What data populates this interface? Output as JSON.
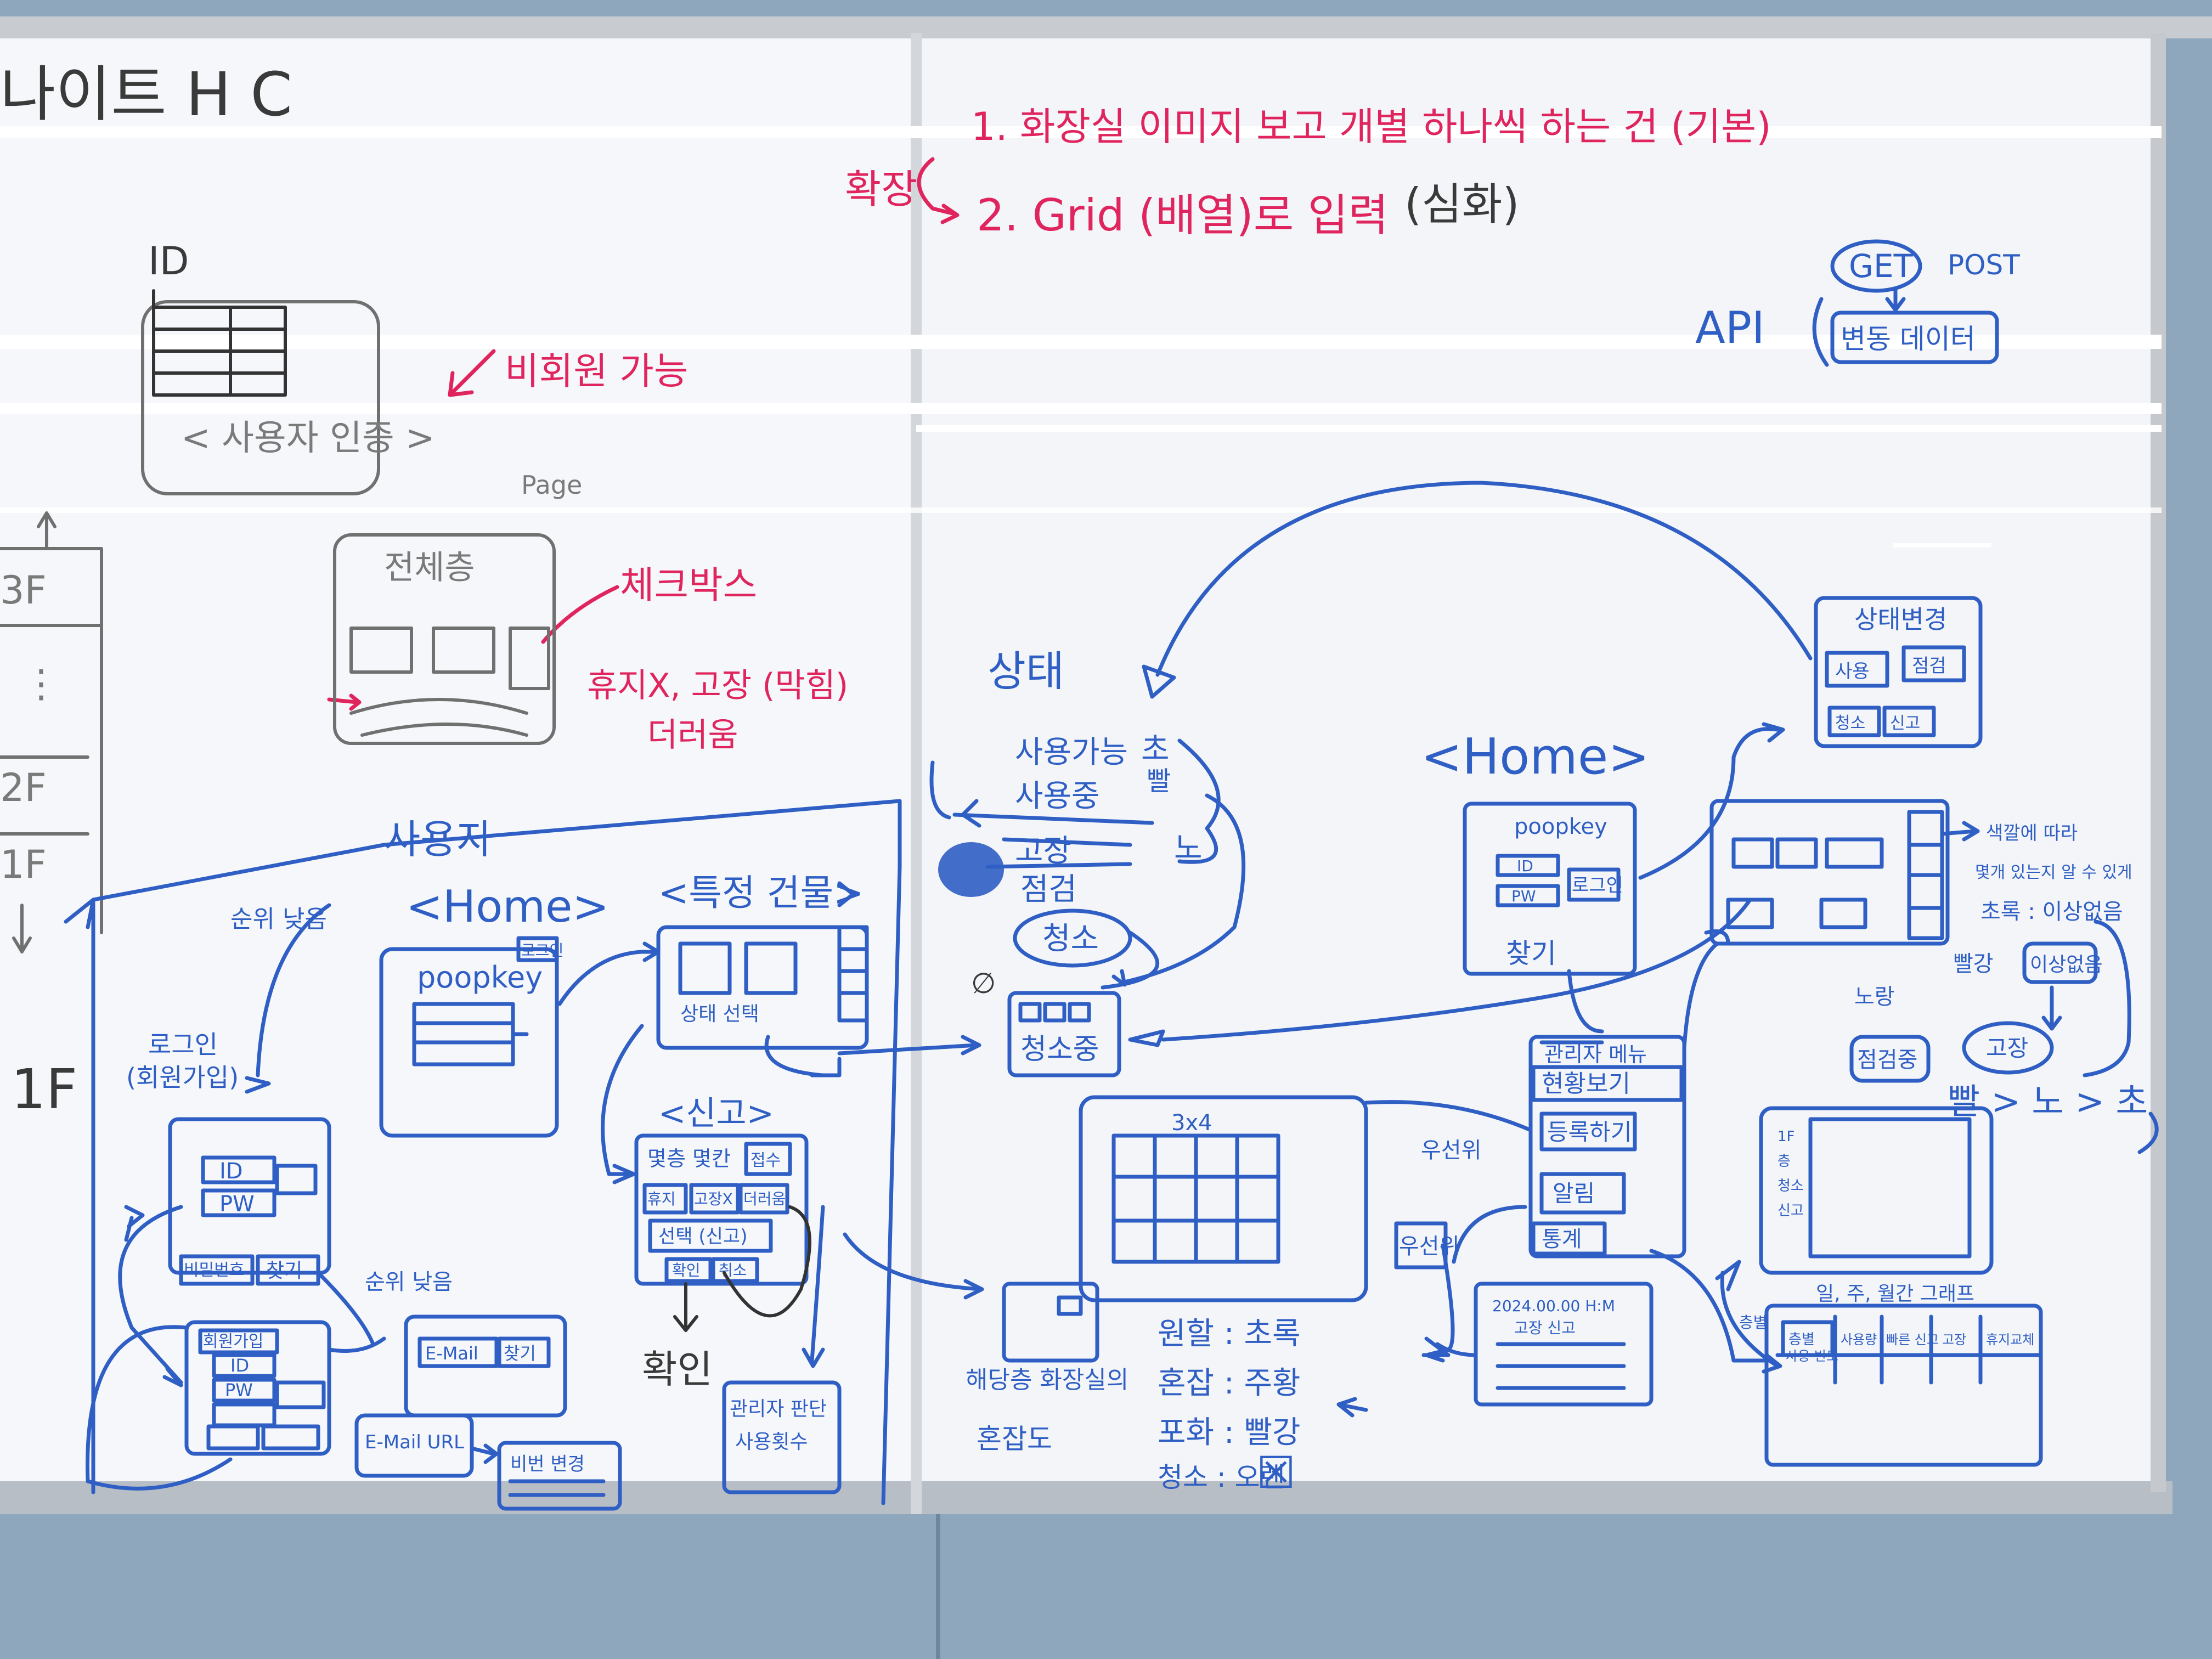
{
  "colors": {
    "wall": "#8ea7bd",
    "board": "#f4f6f9",
    "blue_marker": "#2f5fc4",
    "red_marker": "#e0245e",
    "black_marker": "#333333",
    "grey_ghost": "#7a7a7a"
  },
  "top_left_fragment": "나이트 H C",
  "red_notes": {
    "line1": "1. 화장실 이미지 보고 개별 하나씩 하는 건 (기본)",
    "expand": "확장",
    "line2_red": "2. Grid (배열)로 입력",
    "line2_dark": "(심화)",
    "non_member": "비회원 가능",
    "checkbox": "체크박스",
    "holiday": "휴지X, 고장 (막힘)",
    "dirty": "더러움"
  },
  "grey_notes": {
    "page_title": "< 사용자 인증 >",
    "page": "Page",
    "floor_status": "전체층"
  },
  "api": {
    "label": "API",
    "get": "GET",
    "post": "POST",
    "data": "변동 데이터"
  },
  "floors": {
    "f3": "3F",
    "dots": "⋮",
    "f2": "2F",
    "f1": "1F",
    "big_1f": "1F"
  },
  "user_flow": {
    "title": "사용자",
    "order_low": "순위 낮음",
    "login": "로그인",
    "signup": "(회원가입)",
    "home": "<Home>",
    "brand": "poopkey",
    "login_btn": "로그인",
    "building": "<특정 건물>",
    "status_select": "상태 선택",
    "report": "<신고>",
    "report_floor": "몇층 몇칸",
    "report_btn": "접수",
    "sel1": "휴지",
    "sel2": "고장X",
    "sel3": "더러움",
    "report_select": "선택 (신고)",
    "confirm": "확인",
    "cancel": "취소",
    "result": "확인",
    "admin": "관리자 판단",
    "usage_count": "사용횟수",
    "id": "ID",
    "pw": "PW",
    "pw_find": "비밀번호",
    "find": "찾기",
    "signup_box": "회원가입",
    "email_btn": "E-Mail",
    "email_find": "찾기",
    "email_url": "E-Mail URL",
    "new_pw": "비번 변경",
    "order_low2": "순위 낮음"
  },
  "status_flow": {
    "title": "상태",
    "s1": "사용가능",
    "s2": "사용중",
    "s3": "고장",
    "s4": "점검",
    "s5": "청소",
    "c1": "초",
    "c2": "빨",
    "c3": "노",
    "cleaning_tag": "청소중",
    "congestion_title": "해당층 화장실의 혼잡도",
    "relax": "원할 : 초록",
    "crowd": "혼잡 : 주황",
    "full": "포화 : 빨강",
    "clean": "청소 : 오렌",
    "clean_mark": "☒"
  },
  "home2": {
    "title": "<Home>",
    "brand": "poopkey",
    "id": "ID",
    "pw": "PW",
    "login": "로그인",
    "find": "찾기"
  },
  "right_side": {
    "state_change": "상태변경",
    "use": "사용",
    "check": "점검",
    "clean": "청소",
    "report": "신고",
    "note1": "색깔에 따라",
    "note2": "몇개 있는지 알 수 있게",
    "green_label": "초록 : 이상없음",
    "red_label": "빨강",
    "ok": "이상없음",
    "yellow": "노랑",
    "inspect": "점검중",
    "broken": "고장",
    "legend": "빨 > 노 > 초",
    "priority_up": "우선위",
    "priority_low": "우선위",
    "menu_head": "관리자 메뉴",
    "menu1": "현황보기",
    "menu2": "등록하기",
    "menu3": "알림",
    "menu4": "통계",
    "grid_label": "3x4",
    "alert_line1": "2024.00.00 H:M",
    "alert_line2": "고장 신고",
    "stats_title": "일, 주, 월간 그래프",
    "stats_tab1": "층별",
    "stats_tab2": "사용 빈도",
    "stats_col1": "사용량",
    "stats_col2": "빠른 신고",
    "stats_col3": "고장",
    "stats_col4": "휴지교체",
    "stats_side1": "1F",
    "stats_side2": "층",
    "stats_side3": "청소",
    "stats_side4": "신고"
  }
}
